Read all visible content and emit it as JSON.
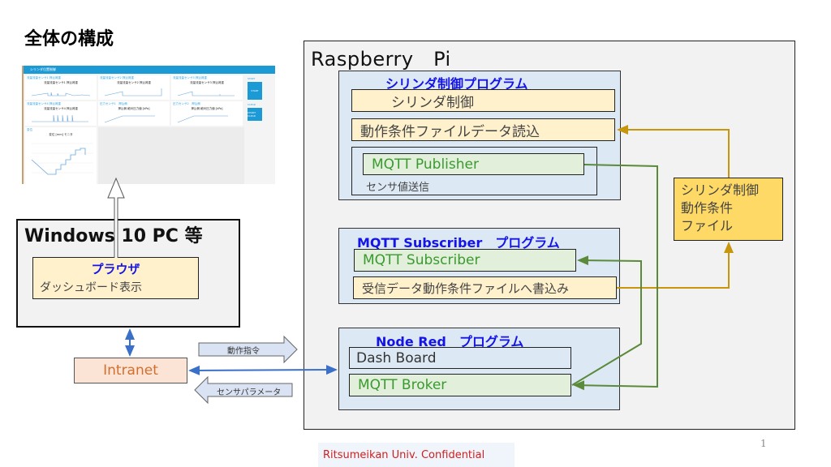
{
  "slide": {
    "title": "全体の構成",
    "page_number": "1",
    "confidential": "Ritsumeikan Univ. Confidential"
  },
  "raspberry_pi": {
    "title": "Raspberry　Pi",
    "cylinder_program": {
      "title": "シリンダ制御プログラム",
      "items": [
        "シリンダ制御",
        "動作条件ファイルデータ読込"
      ],
      "publisher": {
        "label": "MQTT Publisher",
        "caption": "センサ値送信"
      }
    },
    "subscriber_program": {
      "title": "MQTT Subscriber　プログラム",
      "subscriber": "MQTT Subscriber",
      "writer": "受信データ動作条件ファイルへ書込み"
    },
    "node_red_program": {
      "title": "Node Red　プログラム",
      "dashboard": "Dash Board",
      "broker": "MQTT Broker"
    },
    "condition_file": {
      "lines": [
        "シリンダ制御",
        "動作条件",
        "ファイル"
      ]
    }
  },
  "windows_pc": {
    "title": "Windows 10 PC 等",
    "browser": {
      "title": "プラウザ",
      "caption": "ダッシュボード表示"
    }
  },
  "network": {
    "intranet": "Intranet",
    "command_arrow": "動作指令",
    "sensor_arrow": "センサパラメータ"
  },
  "dashboard_thumbnail": {
    "header": "シリンダ位置制御",
    "cards": [
      {
        "label": "流量流量センサ1 押込荷重",
        "title": "流量流量センサ1 押込荷重"
      },
      {
        "label": "流量流量センサ2 押込荷重",
        "title": "流量流量センサ2 押込荷重"
      },
      {
        "label": "流量流量センサ3 押込荷重",
        "title": "流量流量センサ3 押込荷重"
      },
      {
        "label": "流量流量センサ4 押込荷重",
        "title": "流量流量センサ4 押込荷重"
      },
      {
        "label": "圧力センサ1　押込側",
        "title": "押込側 絶対圧力値 [kPa]"
      },
      {
        "label": "圧力センサ2　押込側",
        "title": "押込側 絶対圧力値 [kPa]"
      },
      {
        "label": "変位",
        "title": "変位 [mm] モニタ"
      }
    ],
    "start_label": "START",
    "start_button": "START",
    "clear_label": "CLEAR",
    "clear_button": "CHART CLEAR"
  },
  "colors": {
    "program_title": "#1414e6",
    "green_line": "#5a8a3a",
    "gold_line": "#c8960c",
    "blue_line": "#3a70c8",
    "mqtt_text": "#3a9a30"
  }
}
